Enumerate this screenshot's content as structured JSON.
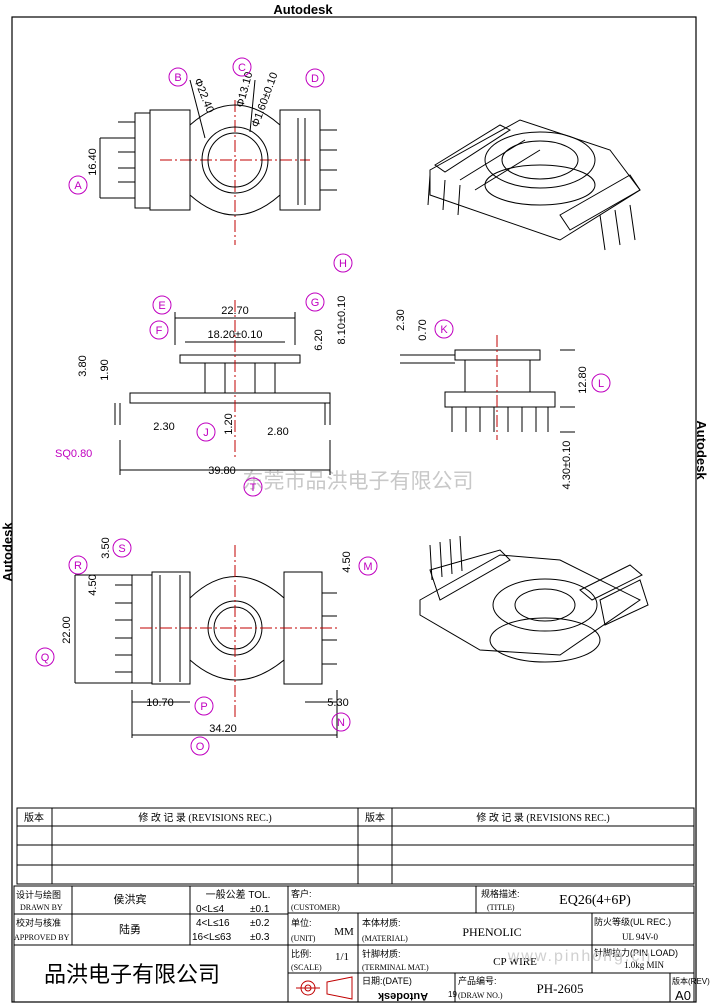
{
  "watermarks": {
    "top": "Autodesk",
    "right": "Autodesk",
    "left": "Autodesk",
    "bottom": "Autodesk",
    "company_cn": "东莞市品洪电子有限公司",
    "website": "www.pinhong.cn"
  },
  "dimensions": {
    "top_view": {
      "B": "Φ22.40",
      "C": "Φ13.10",
      "D": "Φ1.60±0.10",
      "A": "16.40"
    },
    "front_view": {
      "E": "22.70",
      "F": "18.20±0.10",
      "G": "6.20",
      "H": "8.10±0.10",
      "h1": "3.80",
      "h2": "1.90",
      "w1": "2.30",
      "J": "1.20",
      "w2": "2.80",
      "sq": "SQ0.80",
      "T": "39.80"
    },
    "side_view": {
      "K1": "2.30",
      "K2": "0.70",
      "L": "12.80",
      "pin": "4.30±0.10"
    },
    "bottom_view": {
      "S": "3.50",
      "R": "4.50",
      "Q": "22.00",
      "M": "4.50",
      "P": "10.70",
      "N": "5.30",
      "O": "34.20"
    }
  },
  "balloons": {
    "A": "A",
    "B": "B",
    "C": "C",
    "D": "D",
    "E": "E",
    "F": "F",
    "G": "G",
    "H": "H",
    "J": "J",
    "K": "K",
    "L": "L",
    "M": "M",
    "N": "N",
    "O": "O",
    "P": "P",
    "Q": "Q",
    "R": "R",
    "S": "S",
    "T": "T"
  },
  "revisions": {
    "left_header": "版本",
    "left_title": "修 改 记 录 (REVISIONS REC.)",
    "right_header": "版本",
    "right_title": "修 改 记 录 (REVISIONS REC.)"
  },
  "title_block": {
    "drawn_by_label_cn": "设计与绘图",
    "drawn_by_label_en": "DRAWN BY",
    "drawn_by": "侯洪宾",
    "approved_label_cn": "校对与核准",
    "approved_label_en": "APPROVED BY",
    "approved_by": "陆勇",
    "tol_title": "一般公差 TOL.",
    "tol_rows": [
      {
        "range": "0<L≤4",
        "tol": "±0.1"
      },
      {
        "range": "4<L≤16",
        "tol": "±0.2"
      },
      {
        "range": "16<L≤63",
        "tol": "±0.3"
      }
    ],
    "company_name": "品洪电子有限公司",
    "customer_label_cn": "客户:",
    "customer_label_en": "(CUSTOMER)",
    "title_label_cn": "规格描述:",
    "title_label_en": "(TITLE)",
    "title_value": "EQ26(4+6P)",
    "unit_label_cn": "单位:",
    "unit_label_en": "(UNIT)",
    "unit_value": "MM",
    "material_label_cn": "本体材质:",
    "material_label_en": "(MATERIAL)",
    "material_value": "PHENOLIC",
    "fire_label": "防火等级(UL REC.)",
    "fire_value": "UL 94V-0",
    "scale_label_cn": "比例:",
    "scale_label_en": "(SCALE)",
    "scale_value": "1/1",
    "terminal_label_cn": "针脚材质:",
    "terminal_label_en": "(TERMINAL MAT.)",
    "terminal_value": "CP WIRE",
    "pin_load_label": "针脚拉力(PIN LOAD)",
    "pin_load_value": "1.0kg MIN",
    "date_label_cn": "日期:(DATE)",
    "date_value": "19",
    "drawno_label_cn": "产品编号:",
    "drawno_label_en": "(DRAW NO.)",
    "drawno_value": "PH-2605",
    "rev_label": "版本(REV)",
    "rev_value": "A0"
  },
  "colors": {
    "balloon": "#c000c0",
    "line": "#000000",
    "watermark": "#c8c8c8",
    "centerline": "#c00000"
  }
}
